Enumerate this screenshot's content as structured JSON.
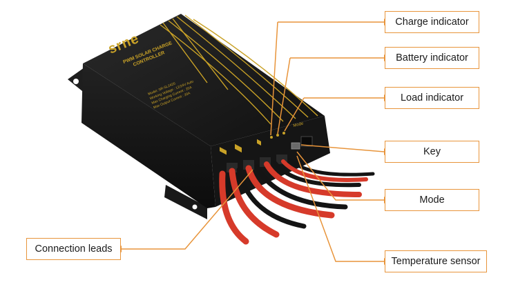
{
  "colors": {
    "leader_line": "#e8943a",
    "box_border": "#e8943a",
    "device_body": "#1b1b1b",
    "device_gold": "#c9a227",
    "wire_red": "#d63a2a",
    "wire_black": "#141414"
  },
  "device": {
    "brand": "srne",
    "title_line1": "PWM SOLAR CHARGE",
    "title_line2": "CONTROLLER",
    "model_line": "Model: SR-SL2420",
    "spec_voltage": "Working Voltage : 12/24V Auto",
    "spec_charge": "Max Charging Current : 20A",
    "spec_output": "Max Output Current : 20A",
    "mode_label": "Mode"
  },
  "callouts": {
    "charge_indicator": "Charge indicator",
    "battery_indicator": "Battery indicator",
    "load_indicator": "Load indicator",
    "key": "Key",
    "mode": "Mode",
    "temperature_sensor": "Temperature sensor",
    "connection_leads": "Connection leads"
  }
}
